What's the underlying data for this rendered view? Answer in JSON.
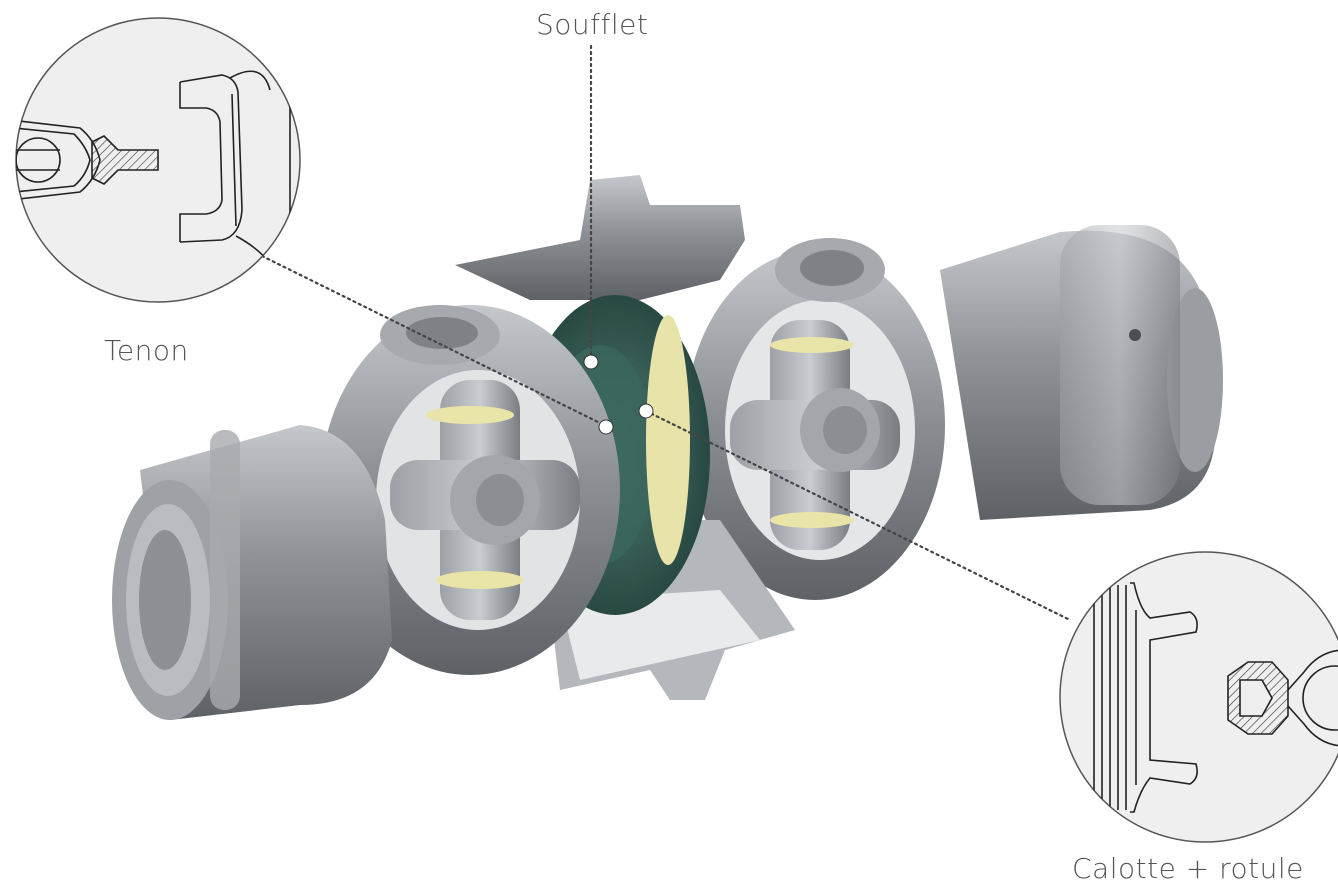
{
  "labels": {
    "soufflet": "Soufflet",
    "tenon": "Tenon",
    "calotte": "Calotte + rotule"
  },
  "colors": {
    "metal": "#8c8f93",
    "metal_dark": "#5f6266",
    "metal_light": "#b9bcc0",
    "boot_green": "#2f5a52",
    "ring_yellow": "#e6e2a6",
    "callout_bg": "#eeeeee",
    "leader": "#444444"
  },
  "icons": [
    "universal-joint-illustration",
    "tenon-detail-drawing",
    "calotte-detail-drawing"
  ]
}
